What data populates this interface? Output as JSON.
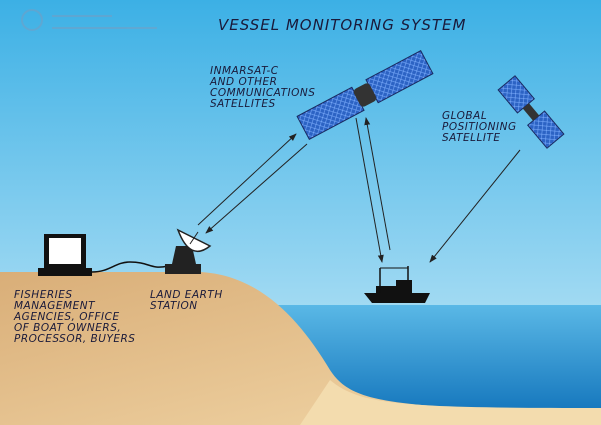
{
  "title": "VESSEL MONITORING SYSTEM",
  "logo": {
    "line1": "Australian Government",
    "line2": "Australian Fisheries Management Authority"
  },
  "labels": {
    "inmarsat": "INMARSAT-C\nAND OTHER\nCOMMUNICATIONS\nSATELLITES",
    "gps": "GLOBAL\nPOSITIONING\nSATELLITE",
    "land_earth_station": "LAND EARTH\nSTATION",
    "fisheries": "FISHERIES\nMANAGEMENT\nAGENCIES, OFFICE\nOF BOAT OWNERS,\nPROCESSOR, BUYERS"
  },
  "colors": {
    "sky_top": "#3fb2e6",
    "sky_bottom": "#bfe6f7",
    "sea": "#1b8fd0",
    "land": "#dcb47f",
    "satellite": "#2c63c4"
  }
}
